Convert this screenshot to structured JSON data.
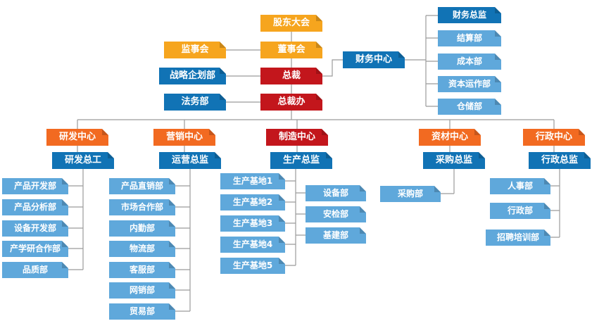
{
  "org": {
    "governance": {
      "shareholders": "股东大会",
      "board": "董事会",
      "supervisory": "监事会",
      "president": "总裁",
      "strategic_planning": "战略企划部",
      "president_office": "总裁办",
      "legal": "法务部"
    },
    "finance": {
      "center": "财务中心",
      "director": "财务总监",
      "departments": [
        "结算部",
        "成本部",
        "资本运作部",
        "仓储部"
      ]
    },
    "centers": [
      {
        "name": "研发中心",
        "director": "研发总工",
        "departments": [
          "产品开发部",
          "产品分析部",
          "设备开发部",
          "产学研合作部",
          "品质部"
        ]
      },
      {
        "name": "营销中心",
        "director": "运营总监",
        "departments": [
          "产品直销部",
          "市场合作部",
          "内勤部",
          "物流部",
          "客服部",
          "网销部",
          "贸易部"
        ]
      },
      {
        "name": "制造中心",
        "director": "生产总监",
        "departments": [
          "生产基地1",
          "生产基地2",
          "生产基地3",
          "生产基地4",
          "生产基地5"
        ],
        "support_departments": [
          "设备部",
          "安检部",
          "基建部"
        ]
      },
      {
        "name": "资材中心",
        "director": "采购总监",
        "departments": [
          "采购部"
        ]
      },
      {
        "name": "行政中心",
        "director": "行政总监",
        "departments": [
          "人事部",
          "行政部",
          "招聘培训部"
        ]
      }
    ],
    "colors": {
      "gold": "#F6A51E",
      "red": "#C3161C",
      "dark_blue": "#1173B5",
      "orange": "#F26A21",
      "light_blue": "#5FA8DB",
      "connector": "#9B9B9B"
    }
  }
}
